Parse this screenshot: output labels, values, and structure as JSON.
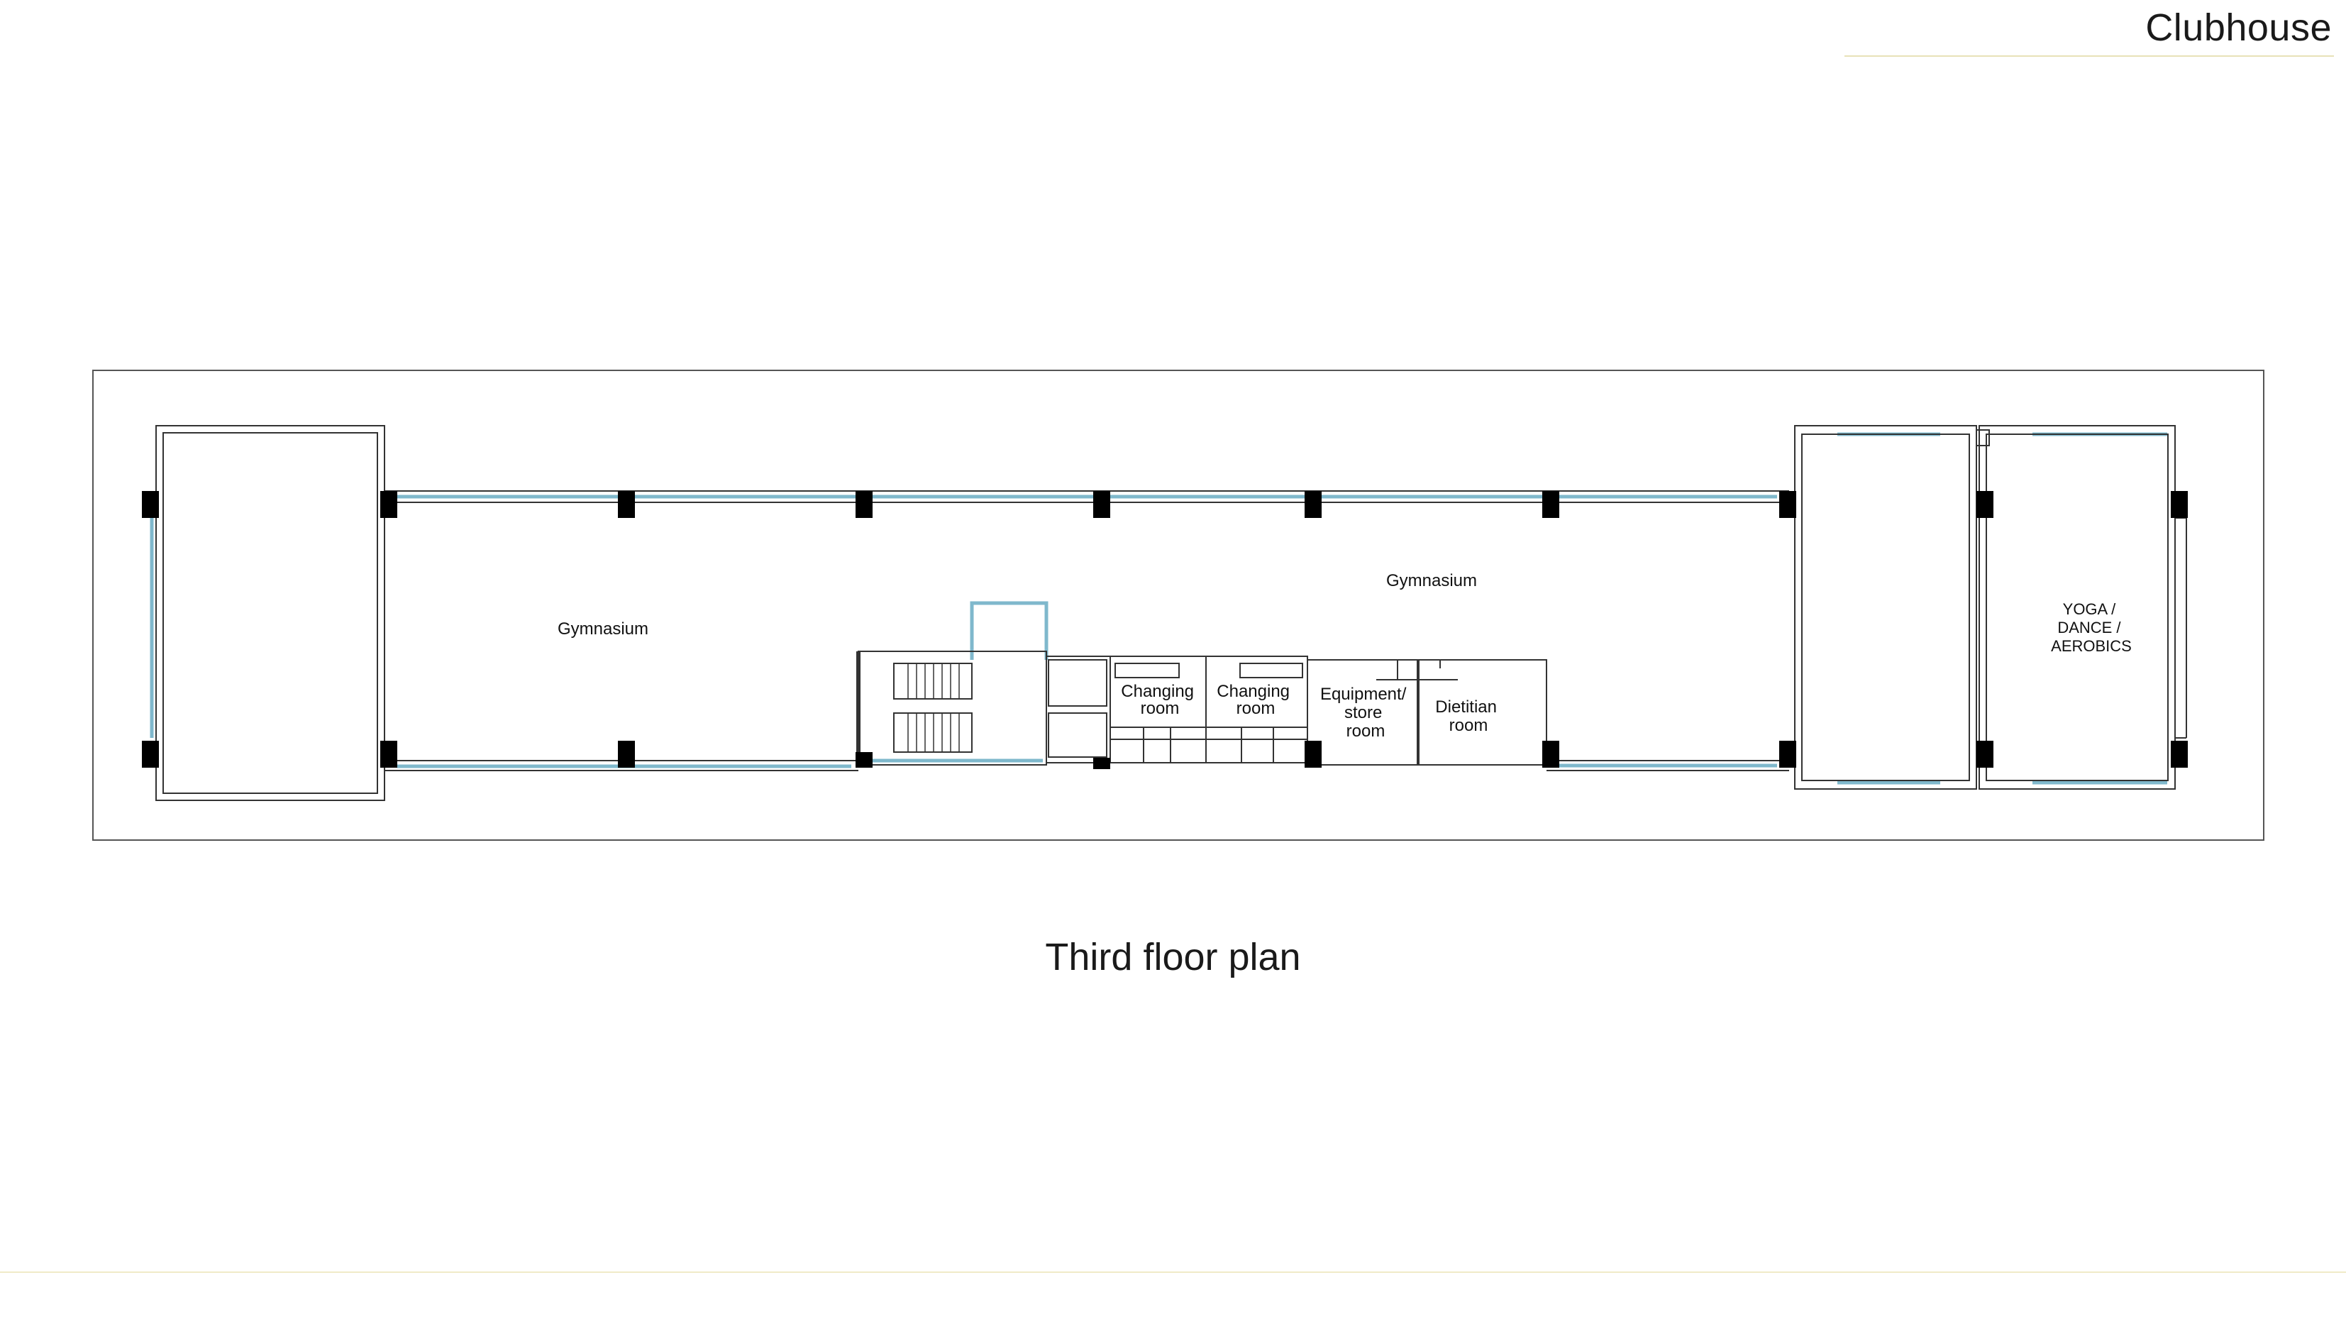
{
  "header": {
    "title": "Clubhouse"
  },
  "caption": "Third floor plan",
  "rooms": {
    "gym_left": "Gymnasium",
    "gym_right": "Gymnasium",
    "changing_1": [
      "Changing",
      "room"
    ],
    "changing_2": [
      "Changing",
      "room"
    ],
    "equipment": [
      "Equipment/",
      "store",
      "room"
    ],
    "dietitian": [
      "Dietitian",
      "room"
    ],
    "yoga": [
      "YOGA /",
      "DANCE /",
      "AEROBICS"
    ]
  },
  "colors": {
    "wall": "#333333",
    "glazing": "#7fb8cc",
    "column": "#000000",
    "accent_rule": "#e8e2b8"
  }
}
